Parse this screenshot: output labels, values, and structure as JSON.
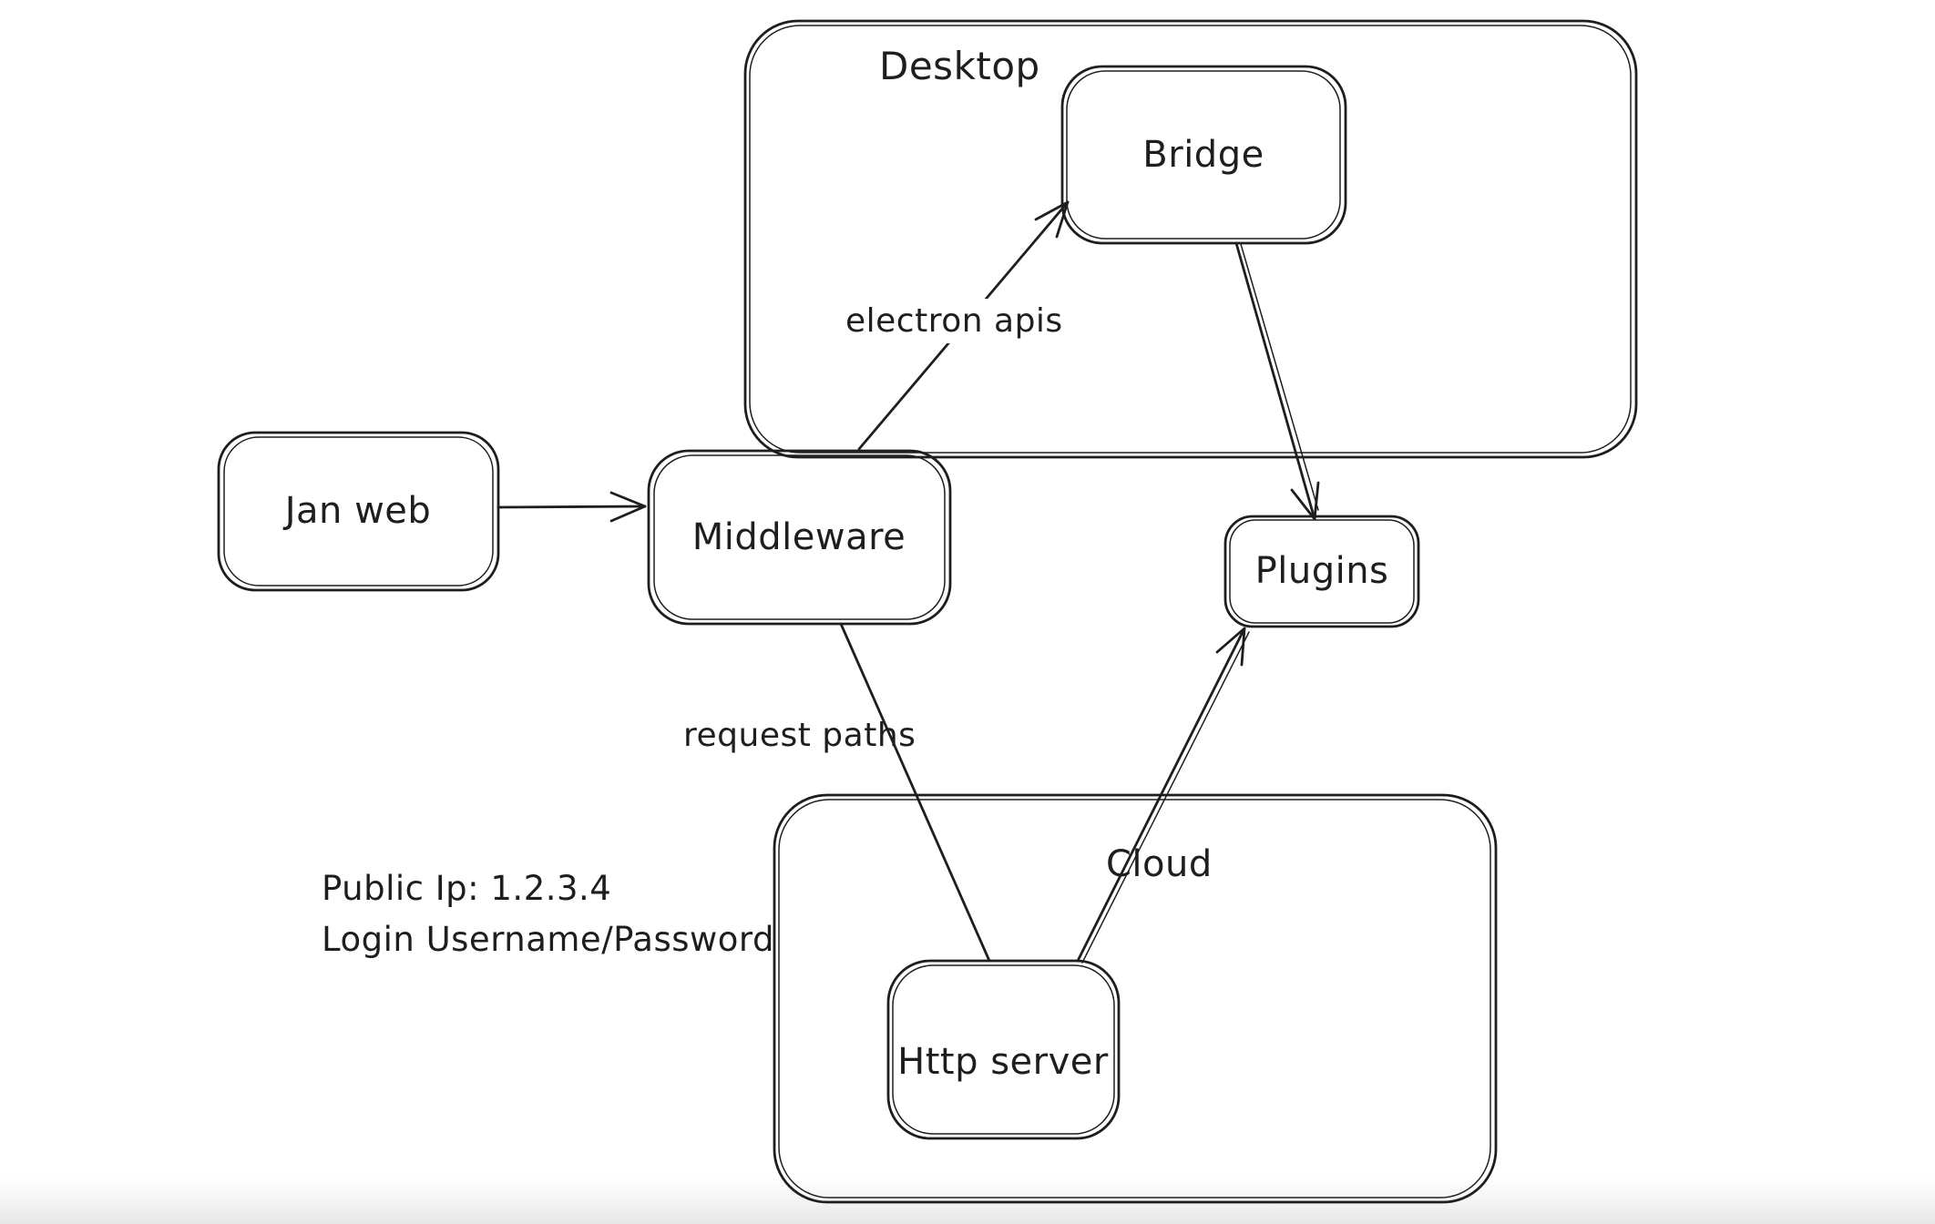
{
  "diagram": {
    "style": {
      "background": "#ffffff",
      "ink": "#1e1e1e"
    },
    "containers": [
      {
        "label": "Desktop"
      },
      {
        "label": "Cloud"
      }
    ],
    "nodes": [
      {
        "label": "Jan web"
      },
      {
        "label": "Middleware"
      },
      {
        "label": "Bridge"
      },
      {
        "label": "Plugins"
      },
      {
        "label": "Http server"
      }
    ],
    "edges": [
      {
        "from": "Jan web",
        "to": "Middleware",
        "label": "",
        "arrowhead": "end"
      },
      {
        "from": "Middleware",
        "to": "Bridge",
        "label": "electron apis",
        "arrowhead": "end"
      },
      {
        "from": "Bridge",
        "to": "Plugins",
        "label": "",
        "arrowhead": "end"
      },
      {
        "from": "Middleware",
        "to": "Http server",
        "label": "request paths",
        "arrowhead": "none"
      },
      {
        "from": "Http server",
        "to": "Plugins",
        "label": "",
        "arrowhead": "end"
      }
    ],
    "note_lines": [
      "Public Ip: 1.2.3.4",
      "Login Username/Password"
    ]
  }
}
